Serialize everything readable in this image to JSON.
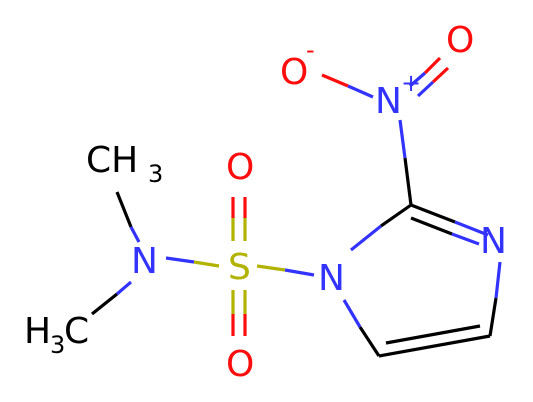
{
  "colors": {
    "carbon": "#000000",
    "nitrogen": "#3333ff",
    "oxygen": "#ff0d0d",
    "sulfur": "#b2b200",
    "background": "#ffffff"
  },
  "atoms": {
    "o_minus": {
      "element": "O",
      "charge": "-"
    },
    "n_plus": {
      "element": "N",
      "charge": "+"
    },
    "o_double": {
      "element": "O"
    },
    "ch3_top": {
      "element": "CH",
      "subscript": "3"
    },
    "ch3_bottom_h": {
      "element": "H",
      "subscript": "3",
      "tail": "C"
    },
    "n_amine": {
      "element": "N"
    },
    "s": {
      "element": "S"
    },
    "o_sulfonyl_top": {
      "element": "O"
    },
    "o_sulfonyl_bottom": {
      "element": "O"
    },
    "n_ring1": {
      "element": "N"
    },
    "n_ring3": {
      "element": "N"
    }
  }
}
